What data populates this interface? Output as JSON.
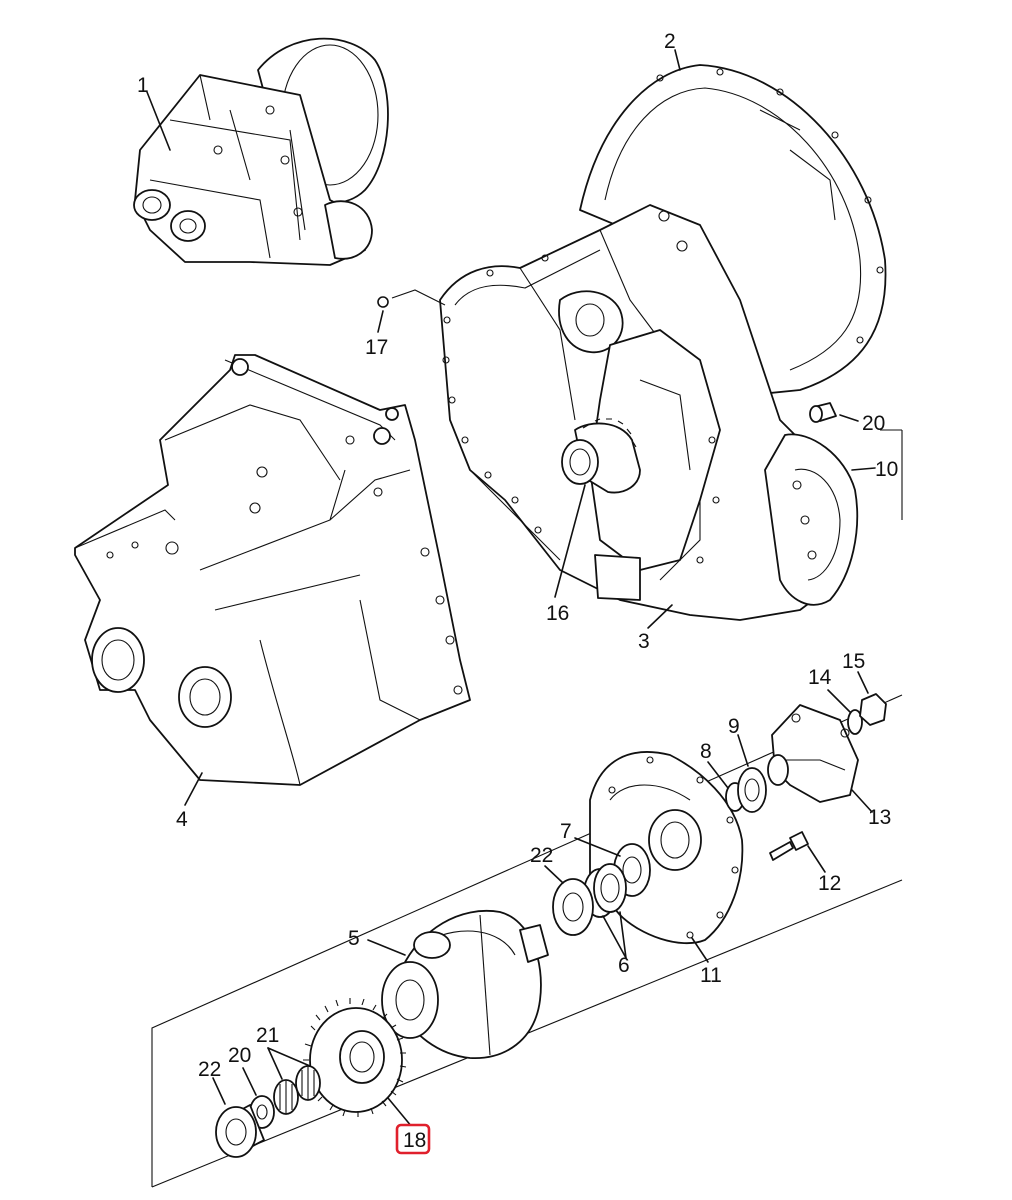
{
  "labels": {
    "p1": "1",
    "p2": "2",
    "p3": "3",
    "p4": "4",
    "p5": "5",
    "p6": "6",
    "p7": "7",
    "p8": "8",
    "p9": "9",
    "p10": "10",
    "p11": "11",
    "p12": "12",
    "p13": "13",
    "p14": "14",
    "p15": "15",
    "p16": "16",
    "p17": "17",
    "p18": "18",
    "p20a": "20",
    "p20b": "20",
    "p21": "21",
    "p22a": "22",
    "p22b": "22"
  },
  "highlight": {
    "label": "18",
    "color": "#e0202c"
  }
}
